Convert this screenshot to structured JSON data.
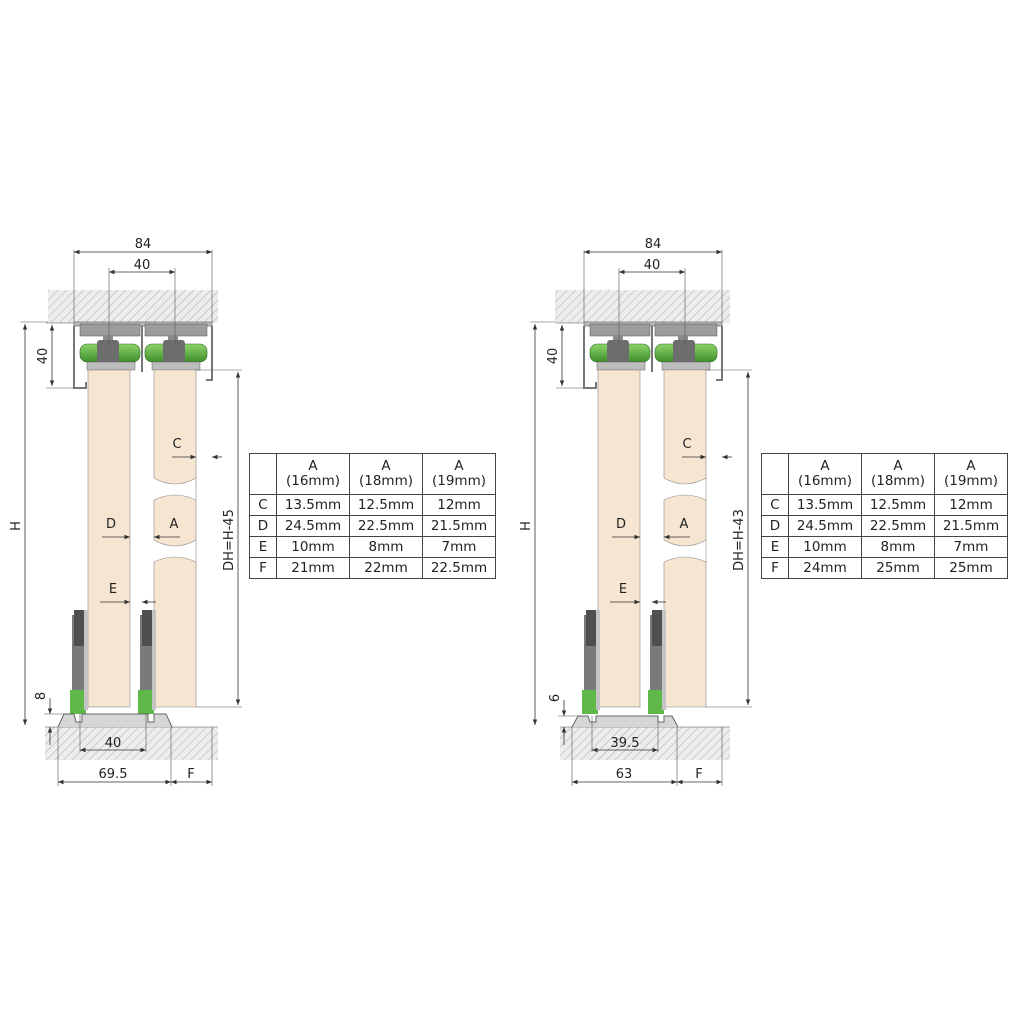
{
  "diagrams": [
    {
      "dims": {
        "top_total": "84",
        "top_inner": "40",
        "track_height": "40",
        "height": "H",
        "door_height": "DH=H-45",
        "floor_gap": "8",
        "bottom_inner": "40",
        "bottom_total": "69.5",
        "bottom_f": "F",
        "label_c": "C",
        "label_d": "D",
        "label_a": "A",
        "label_e": "E"
      },
      "table": {
        "headers": [
          {
            "top": "A",
            "bottom": "(16mm)"
          },
          {
            "top": "A",
            "bottom": "(18mm)"
          },
          {
            "top": "A",
            "bottom": "(19mm)"
          }
        ],
        "rows": [
          {
            "label": "C",
            "values": [
              "13.5mm",
              "12.5mm",
              "12mm"
            ]
          },
          {
            "label": "D",
            "values": [
              "24.5mm",
              "22.5mm",
              "21.5mm"
            ]
          },
          {
            "label": "E",
            "values": [
              "10mm",
              "8mm",
              "7mm"
            ]
          },
          {
            "label": "F",
            "values": [
              "21mm",
              "22mm",
              "22.5mm"
            ]
          }
        ]
      }
    },
    {
      "dims": {
        "top_total": "84",
        "top_inner": "40",
        "track_height": "40",
        "height": "H",
        "door_height": "DH=H-43",
        "floor_gap": "6",
        "bottom_inner": "39.5",
        "bottom_total": "63",
        "bottom_f": "F",
        "label_c": "C",
        "label_d": "D",
        "label_a": "A",
        "label_e": "E"
      },
      "table": {
        "headers": [
          {
            "top": "A",
            "bottom": "(16mm)"
          },
          {
            "top": "A",
            "bottom": "(18mm)"
          },
          {
            "top": "A",
            "bottom": "(19mm)"
          }
        ],
        "rows": [
          {
            "label": "C",
            "values": [
              "13.5mm",
              "12.5mm",
              "12mm"
            ]
          },
          {
            "label": "D",
            "values": [
              "24.5mm",
              "22.5mm",
              "21.5mm"
            ]
          },
          {
            "label": "E",
            "values": [
              "10mm",
              "8mm",
              "7mm"
            ]
          },
          {
            "label": "F",
            "values": [
              "24mm",
              "25mm",
              "25mm"
            ]
          }
        ]
      }
    }
  ],
  "colors": {
    "door": "#f6e5d0",
    "roller_green": "#5fb848",
    "hardware_gray": "#8a8a8a",
    "hatch": "#9a9a9a"
  }
}
